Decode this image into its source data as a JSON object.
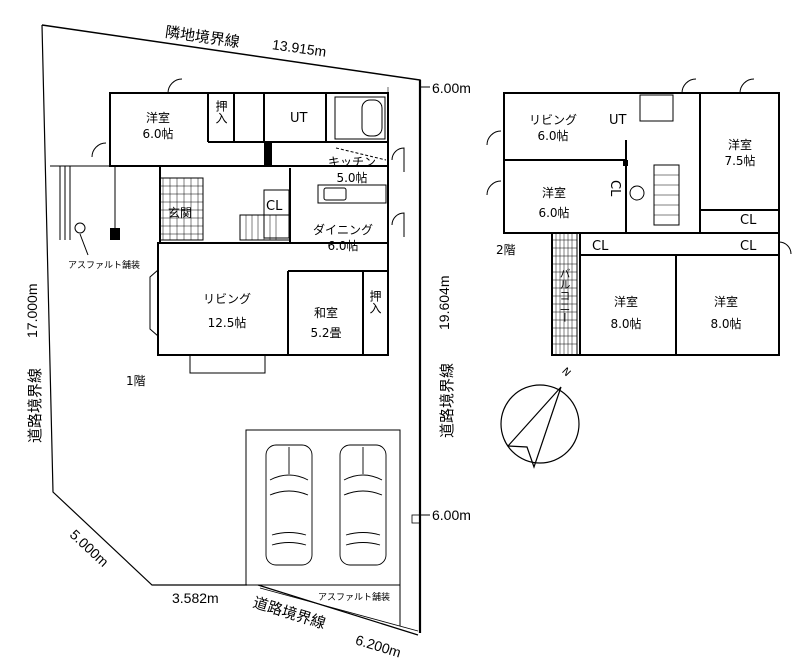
{
  "site": {
    "north_boundary": {
      "label": "隣地境界線",
      "length": "13.915m"
    },
    "west_boundary": {
      "label": "道路境界線",
      "length": "17.000m"
    },
    "east_boundary": {
      "label": "道路境界線",
      "length": "19.604m"
    },
    "south_boundary": {
      "label": "道路境界線",
      "length": "6.200m"
    },
    "southwest_corner": {
      "length": "5.000m"
    },
    "south_segment": {
      "length": "3.582m"
    },
    "road_width_top": "6.00m",
    "road_width_bottom": "6.00m",
    "pavement_labels": [
      "アスファルト舗装",
      "アスファルト舗装"
    ],
    "compass": {
      "label": "N"
    }
  },
  "floor1": {
    "label": "1階",
    "rooms": [
      {
        "name": "洋室",
        "size": "6.0帖"
      },
      {
        "name": "押入"
      },
      {
        "name": "UT"
      },
      {
        "name": "キッチン",
        "size": "5.0帖"
      },
      {
        "name": "玄関"
      },
      {
        "name": "CL"
      },
      {
        "name": "ダイニング",
        "size": "6.0帖"
      },
      {
        "name": "リビング",
        "size": "12.5帖"
      },
      {
        "name": "和室",
        "size": "5.2畳"
      },
      {
        "name": "押入"
      }
    ]
  },
  "floor2": {
    "label": "2階",
    "rooms": [
      {
        "name": "リビング",
        "size": "6.0帖"
      },
      {
        "name": "UT"
      },
      {
        "name": "洋室",
        "size": "7.5帖"
      },
      {
        "name": "洋室",
        "size": "6.0帖"
      },
      {
        "name": "CL"
      },
      {
        "name": "CL"
      },
      {
        "name": "CL"
      },
      {
        "name": "CL"
      },
      {
        "name": "バルコニー"
      },
      {
        "name": "洋室",
        "size": "8.0帖"
      },
      {
        "name": "洋室",
        "size": "8.0帖"
      }
    ]
  }
}
